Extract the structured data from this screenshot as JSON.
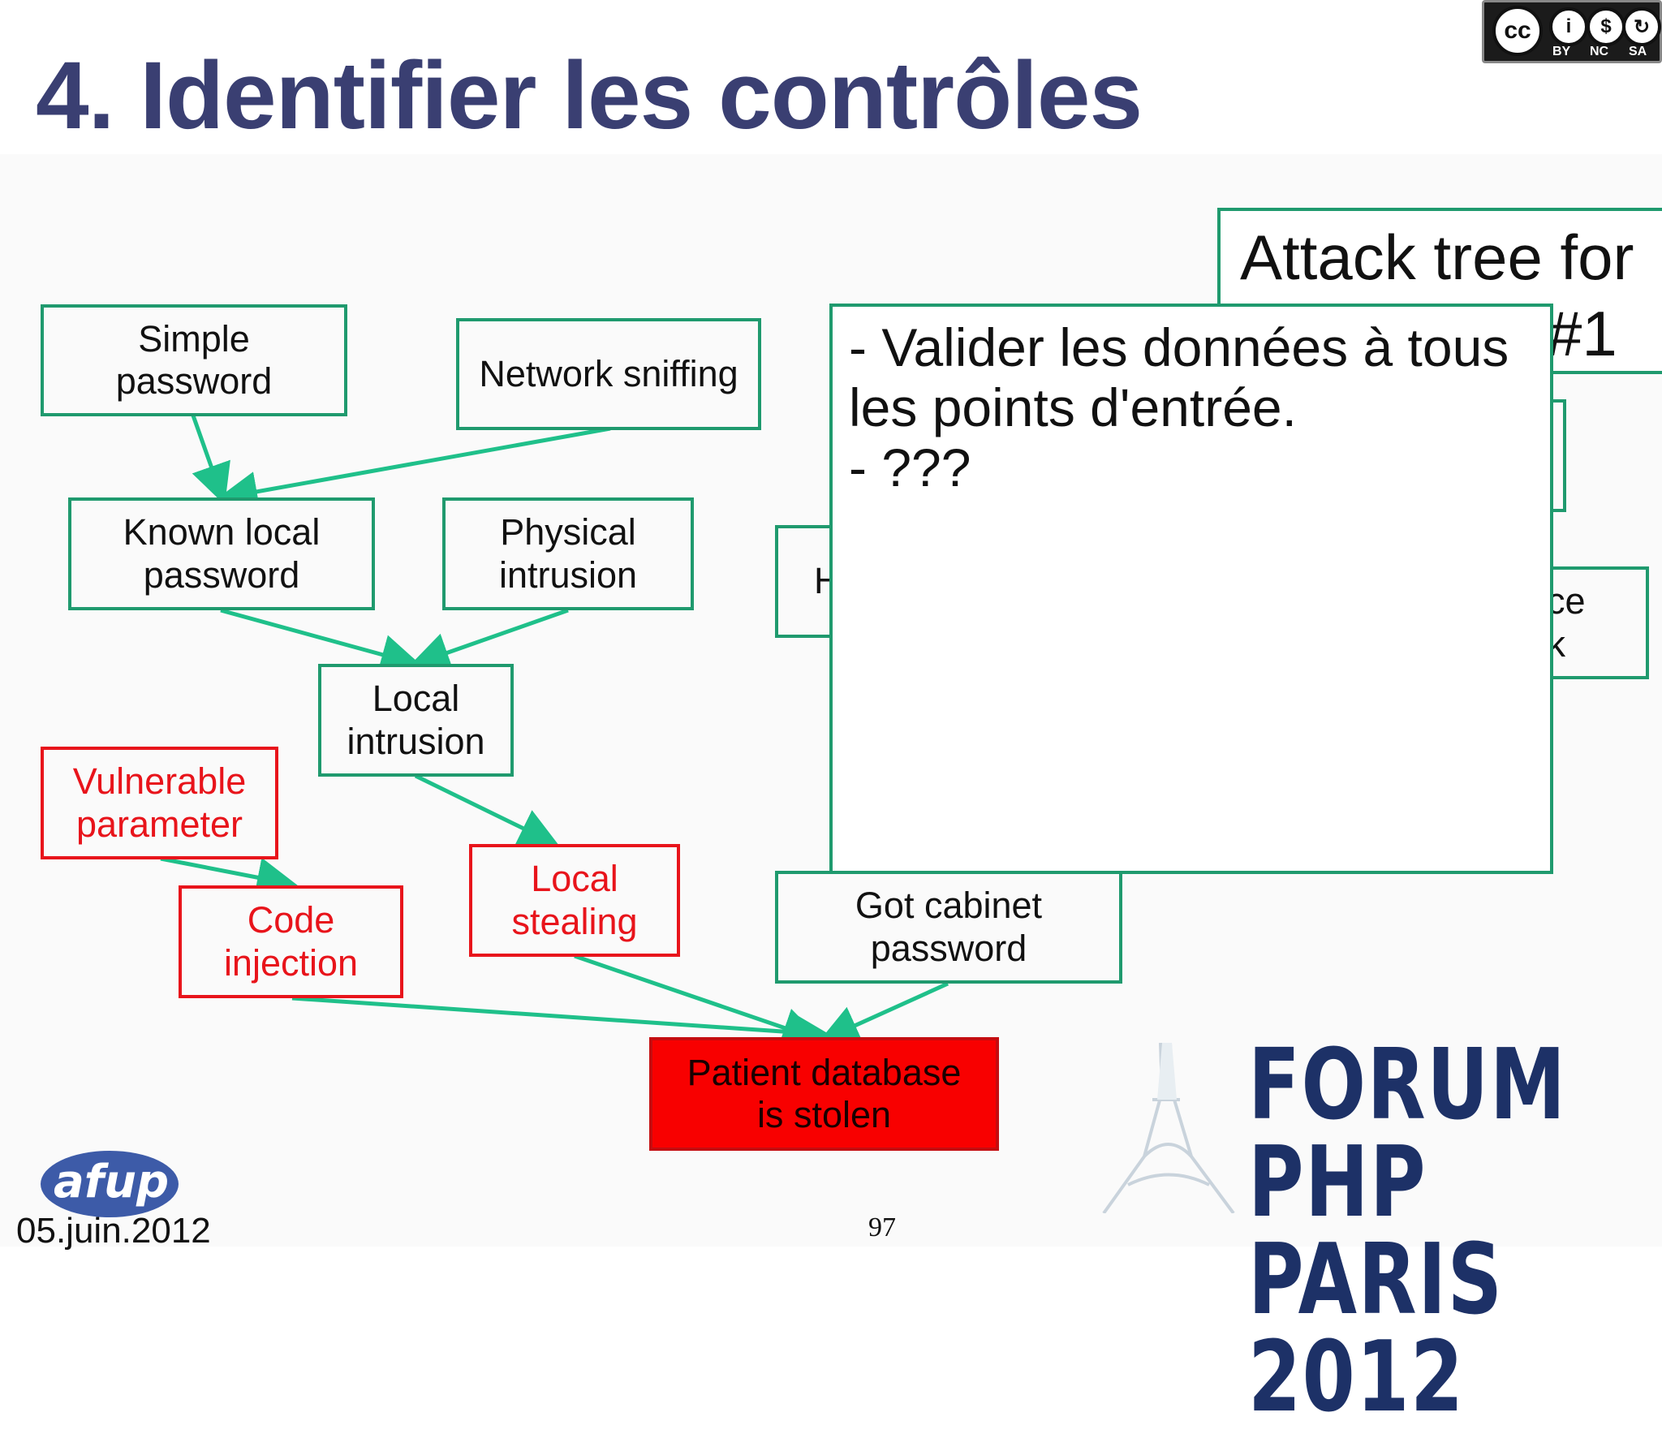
{
  "slide": {
    "title": "4. Identifier les contrôles",
    "date": "05.juin.2012",
    "page_number": "97"
  },
  "license_badge": {
    "symbols": [
      "cc",
      "by",
      "nc",
      "sa"
    ],
    "labels": [
      "BY",
      "NC",
      "SA"
    ]
  },
  "attack_tree": {
    "header": "Attack tree for",
    "header_suffix": "#1",
    "nodes": {
      "simple_password": "Simple\npassword",
      "network_sniffing": "Network sniffing",
      "known_local_password": "Known local\npassword",
      "physical_intrusion": "Physical\nintrusion",
      "local_intrusion": "Local\nintrusion",
      "vulnerable_parameter": "Vulnerable\nparameter",
      "code_injection": "Code\ninjection",
      "local_stealing": "Local\nstealing",
      "got_cabinet_password": "Got cabinet\npassword",
      "patient_database_stolen": "Patient database\nis stolen",
      "partial_left": "H",
      "partial_right": "orce\nck"
    }
  },
  "controls_overlay": {
    "text": "- Valider les données à tous\nles points d'entrée.\n- ???"
  },
  "branding": {
    "afup": "afup",
    "forum": "FORUM PHP\nPARIS 2012"
  },
  "colors": {
    "title": "#3a3f72",
    "green_edge": "#1fc08a",
    "green_border": "#1f9a6e",
    "red": "#e8141b",
    "root_fill": "#f80000",
    "forum_navy": "#1d3167"
  }
}
